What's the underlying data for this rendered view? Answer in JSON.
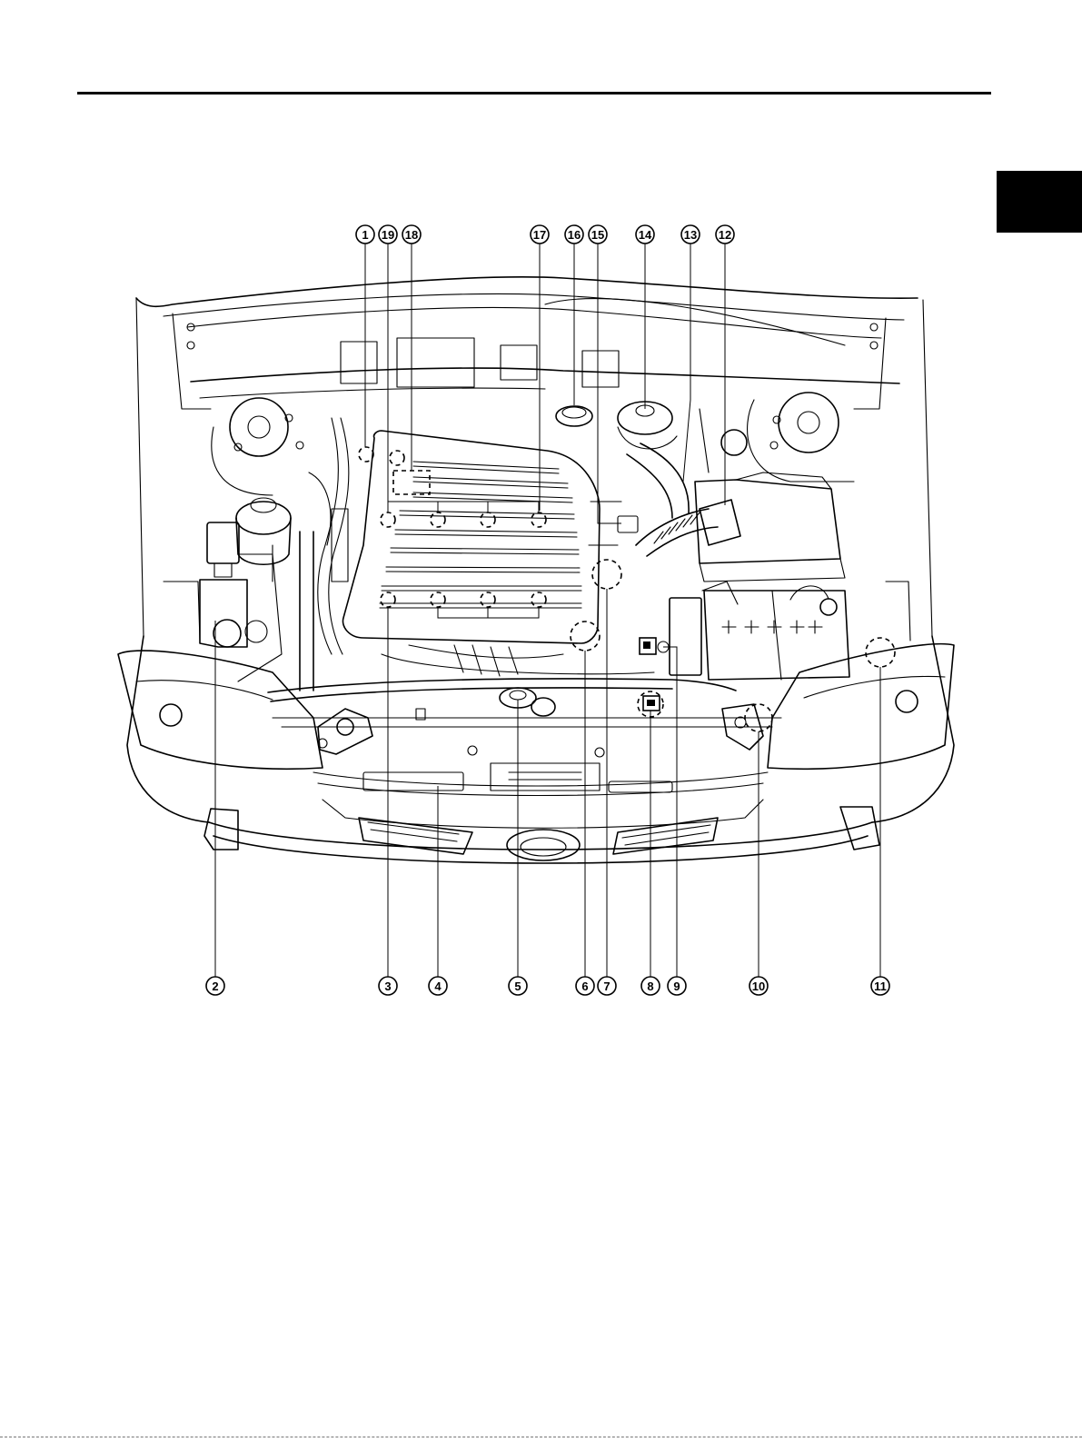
{
  "callouts": {
    "top": [
      {
        "n": "1",
        "label": "①"
      },
      {
        "n": "19",
        "label": "⑲"
      },
      {
        "n": "18",
        "label": "⑱"
      },
      {
        "n": "17",
        "label": "⑰"
      },
      {
        "n": "16",
        "label": "⑯"
      },
      {
        "n": "15",
        "label": "⑮"
      },
      {
        "n": "14",
        "label": "⑭"
      },
      {
        "n": "13",
        "label": "⑬"
      },
      {
        "n": "12",
        "label": "⑫"
      }
    ],
    "bottom": [
      {
        "n": "2",
        "label": "②"
      },
      {
        "n": "3",
        "label": "③"
      },
      {
        "n": "4",
        "label": "④"
      },
      {
        "n": "5",
        "label": "⑤"
      },
      {
        "n": "6",
        "label": "⑥"
      },
      {
        "n": "7",
        "label": "⑦"
      },
      {
        "n": "8",
        "label": "⑧"
      },
      {
        "n": "9",
        "label": "⑨"
      },
      {
        "n": "10",
        "label": "⑩"
      },
      {
        "n": "11",
        "label": "⑪"
      }
    ]
  }
}
